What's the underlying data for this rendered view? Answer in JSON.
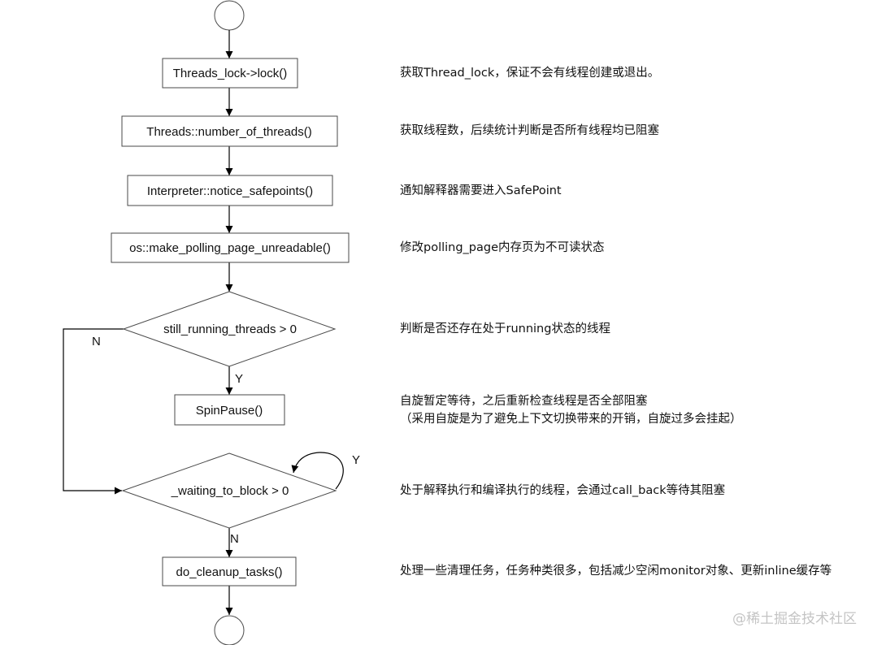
{
  "nodes": {
    "lock": "Threads_lock->lock()",
    "count": "Threads::number_of_threads()",
    "notice": "Interpreter::notice_safepoints()",
    "polling": "os::make_polling_page_unreadable()",
    "still_running": "still_running_threads > 0",
    "spin": "SpinPause()",
    "waiting": "_waiting_to_block > 0",
    "cleanup": "do_cleanup_tasks()"
  },
  "edge_labels": {
    "still_running_no": "N",
    "still_running_yes": "Y",
    "waiting_yes": "Y",
    "waiting_no": "N"
  },
  "notes": {
    "lock": "获取Thread_lock，保证不会有线程创建或退出。",
    "count": "获取线程数，后续统计判断是否所有线程均已阻塞",
    "notice": "通知解释器需要进入SafePoint",
    "polling": "修改polling_page内存页为不可读状态",
    "still_running": "判断是否还存在处于running状态的线程",
    "spin_1": "自旋暂定等待，之后重新检查线程是否全部阻塞",
    "spin_2": "（采用自旋是为了避免上下文切换带来的开销，自旋过多会挂起）",
    "waiting": "处于解释执行和编译执行的线程，会通过call_back等待其阻塞",
    "cleanup": "处理一些清理任务，任务种类很多，包括减少空闲monitor对象、更新inline缓存等"
  },
  "watermark": "@稀土掘金技术社区"
}
